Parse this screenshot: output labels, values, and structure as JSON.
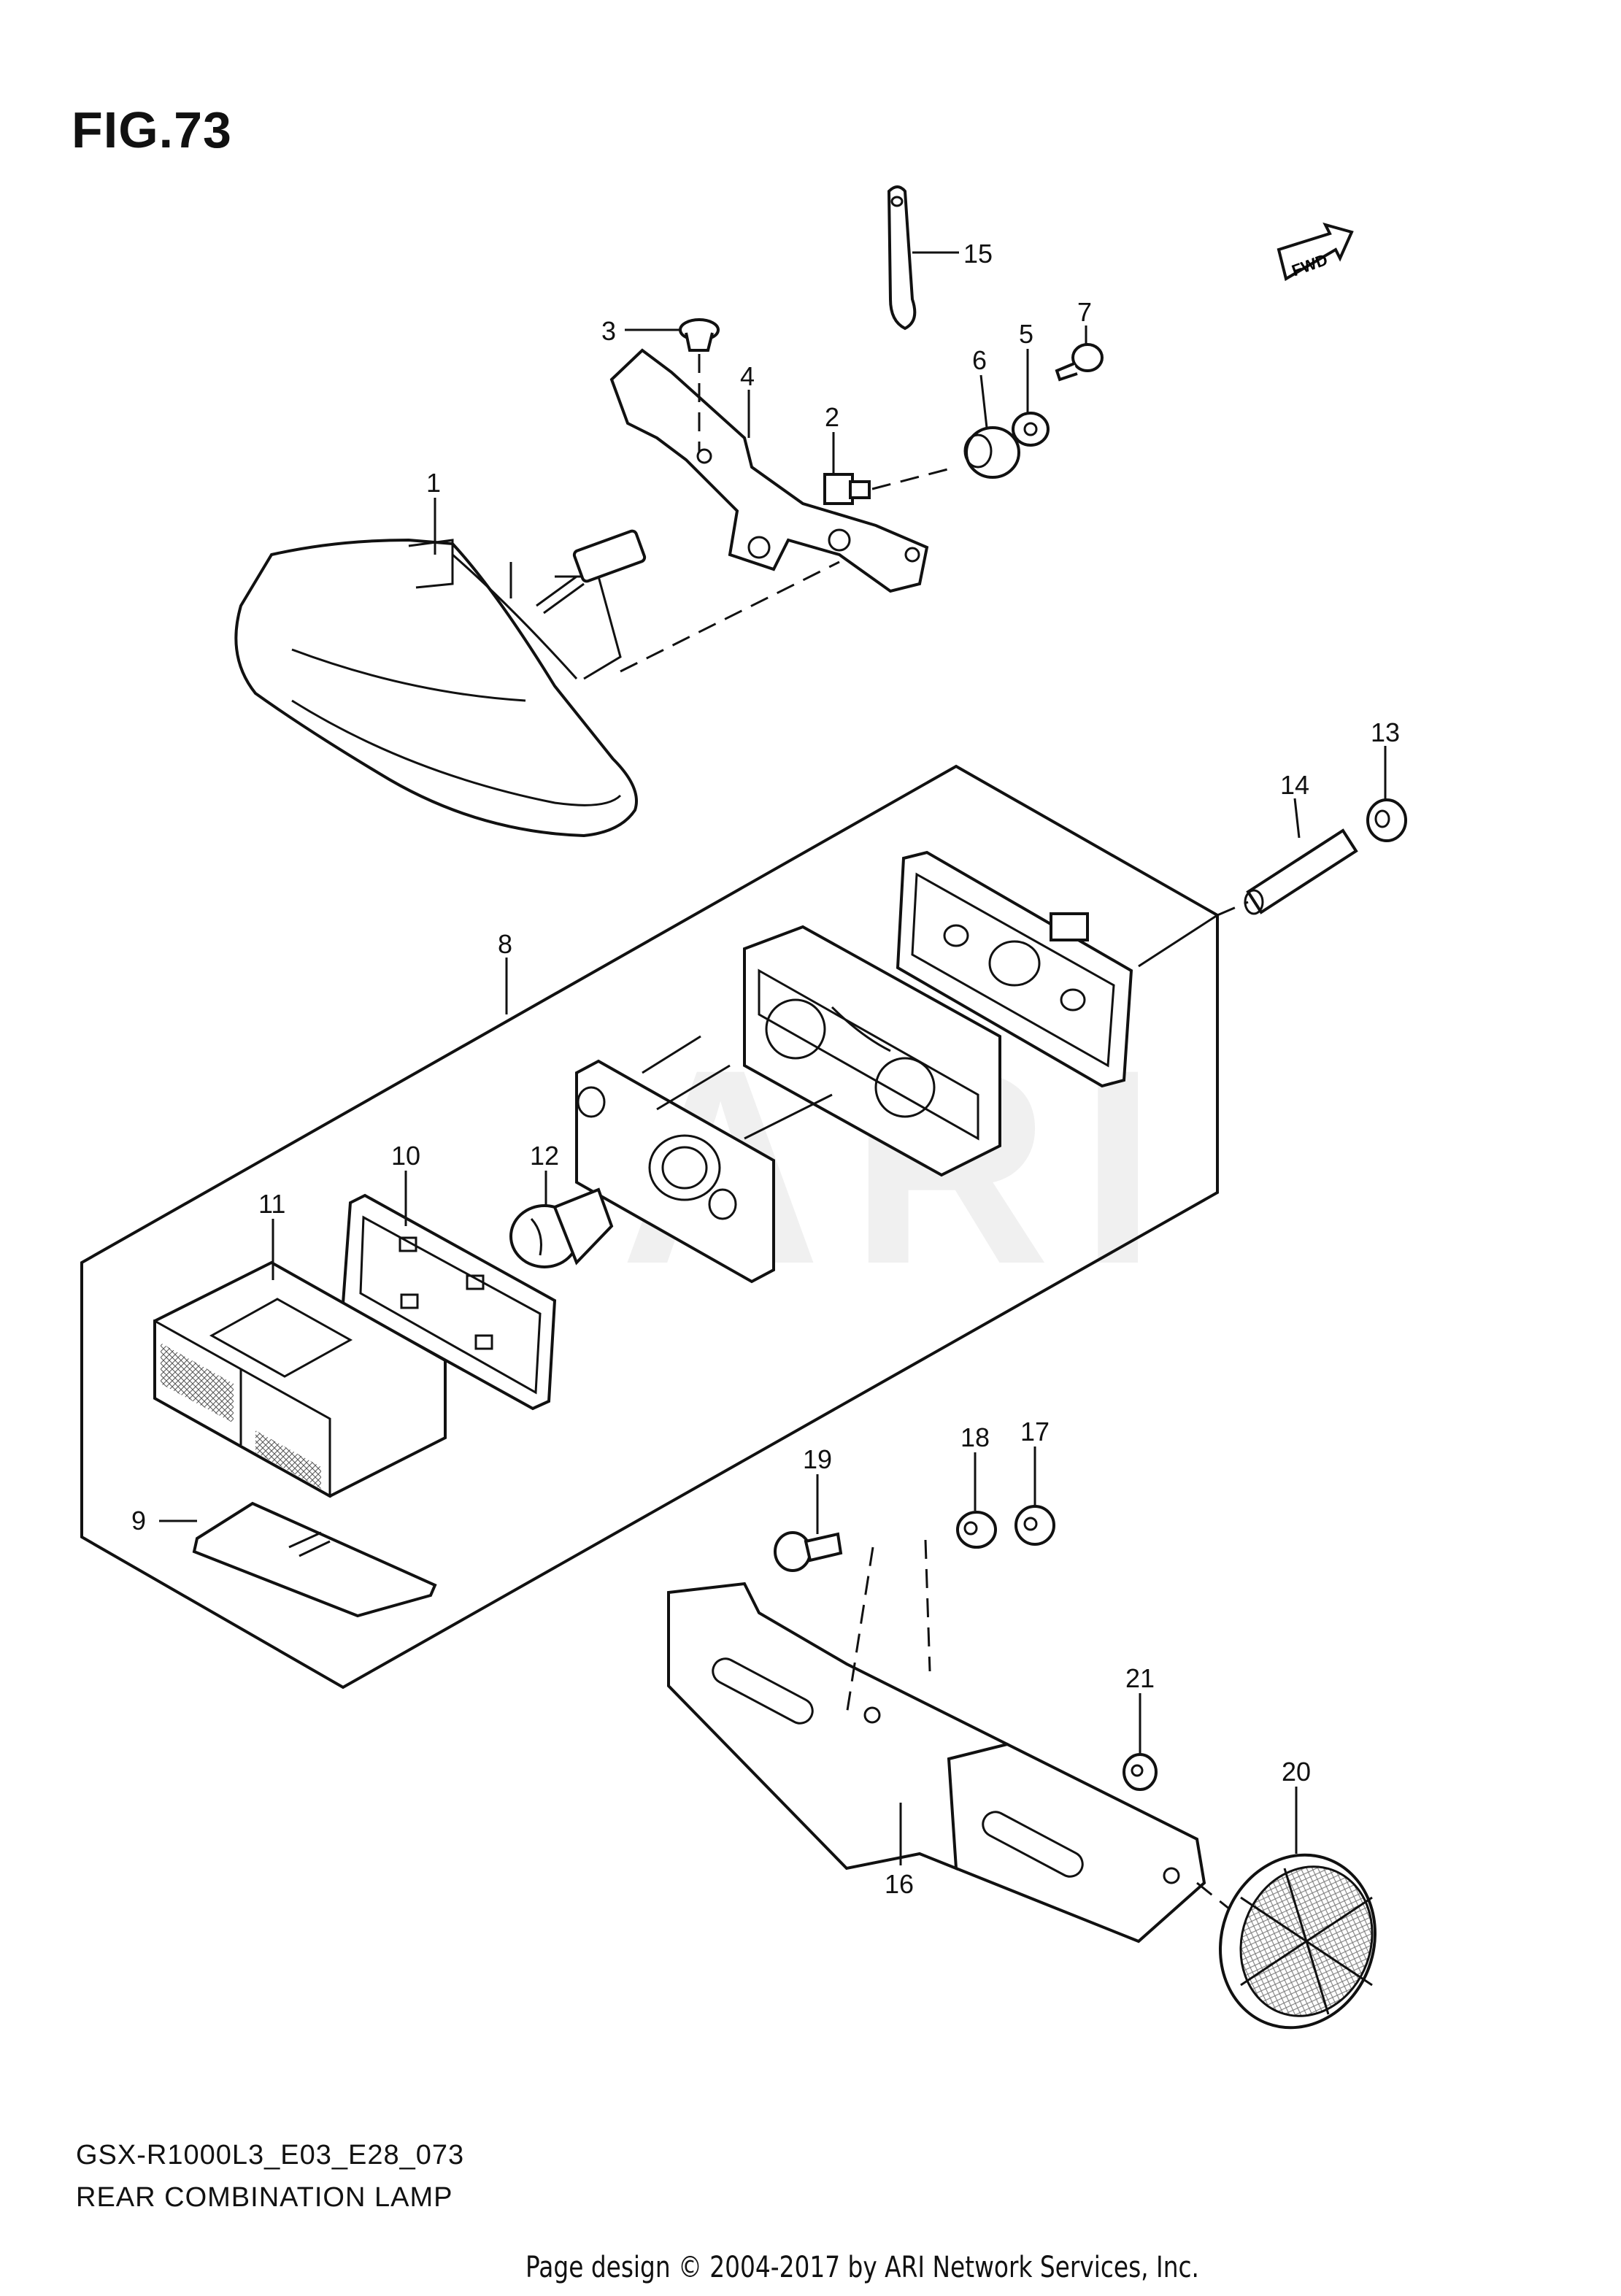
{
  "figure": {
    "title": "FIG.73",
    "code": "GSX-R1000L3_E03_E28_073",
    "caption": "REAR COMBINATION LAMP",
    "fwd_label": "FWD",
    "watermark": "ARI"
  },
  "callouts": [
    "1",
    "2",
    "3",
    "4",
    "5",
    "6",
    "7",
    "8",
    "9",
    "10",
    "11",
    "12",
    "13",
    "14",
    "15",
    "16",
    "17",
    "18",
    "19",
    "20",
    "21"
  ],
  "footer": "Page design © 2004-2017 by ARI Network Services, Inc."
}
